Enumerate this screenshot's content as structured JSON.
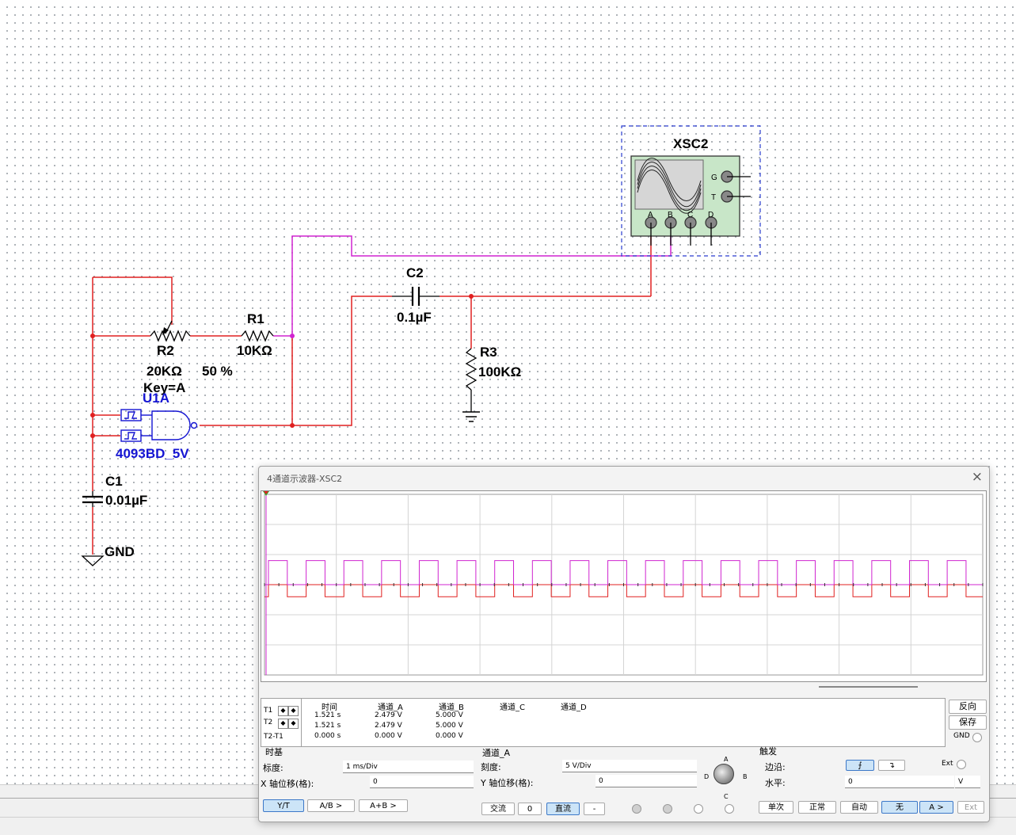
{
  "schematic": {
    "scope_component": {
      "ref": "XSC2",
      "pins": {
        "g": "G",
        "t": "T",
        "a": "A",
        "b": "B",
        "c": "C",
        "d": "D"
      }
    },
    "c2": {
      "ref": "C2",
      "value": "0.1µF"
    },
    "r1": {
      "ref": "R1",
      "value": "10KΩ"
    },
    "r2": {
      "ref": "R2",
      "value": "20KΩ",
      "percent": "50 %",
      "key": "Key=A"
    },
    "r3": {
      "ref": "R3",
      "value": "100KΩ"
    },
    "u1": {
      "ref": "U1A",
      "part": "4093BD_5V"
    },
    "c1": {
      "ref": "C1",
      "value": "0.01µF"
    },
    "gnd": {
      "label": "GND"
    },
    "wire_colors": {
      "red": "#e02020",
      "magenta": "#d024d0",
      "blue_label": "#1414d2"
    }
  },
  "scope": {
    "title": "4通道示波器-XSC2",
    "close_icon": "×",
    "readout": {
      "headers": {
        "time": "时间",
        "ch_a": "通道_A",
        "ch_b": "通道_B",
        "ch_c": "通道_C",
        "ch_d": "通道_D"
      },
      "rows": [
        {
          "label": "T1",
          "time": "1.521 s",
          "a": "2.479 V",
          "b": "5.000 V"
        },
        {
          "label": "T2",
          "time": "1.521 s",
          "a": "2.479 V",
          "b": "5.000 V"
        },
        {
          "label": "T2-T1",
          "time": "0.000 s",
          "a": "0.000 V",
          "b": "0.000 V"
        }
      ],
      "arrow_left": "◆",
      "arrow_right": "◆"
    },
    "side_buttons": {
      "reverse": "反向",
      "save": "保存",
      "gnd": "GND"
    },
    "timebase": {
      "title": "时基",
      "scale_label": "标度:",
      "scale_value": "1 ms/Div",
      "xpos_label": "X 轴位移(格):",
      "xpos_value": "0",
      "buttons": {
        "yt": "Y/T",
        "ab": "A/B >",
        "apb": "A+B >"
      }
    },
    "channel": {
      "title": "通道_A",
      "scale_label": "刻度:",
      "scale_value": "5  V/Div",
      "ypos_label": "Y 轴位移(格):",
      "ypos_value": "0",
      "buttons": {
        "ac": "交流",
        "zero": "0",
        "dc": "直流",
        "minus": "-"
      },
      "knob_labels": {
        "a": "A",
        "b": "B",
        "c": "C",
        "d": "D"
      }
    },
    "trigger": {
      "title": "触发",
      "edge_label": "边沿:",
      "level_label": "水平:",
      "level_value": "0",
      "level_unit": "V",
      "ext": "Ext",
      "buttons": {
        "single": "单次",
        "normal": "正常",
        "auto": "自动",
        "none": "无",
        "a": "A >",
        "ext": "Ext"
      }
    },
    "traces": {
      "channel_a": {
        "color": "#e02020",
        "amplitude_volts": 2.5,
        "period_divisions": 0.525
      },
      "channel_b": {
        "color": "#d024d0",
        "amplitude_volts": 5,
        "period_divisions": 0.525
      }
    }
  }
}
